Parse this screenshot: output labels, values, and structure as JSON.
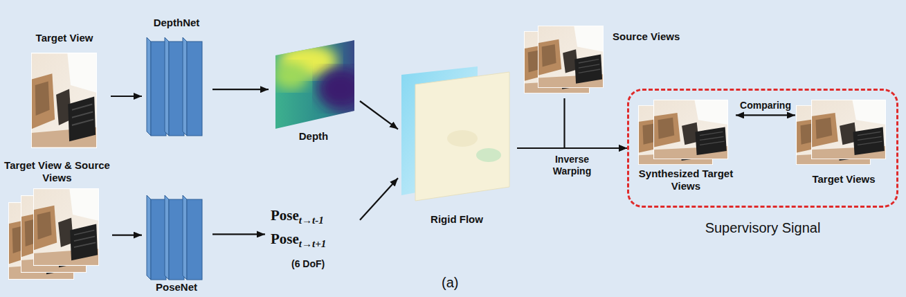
{
  "diagram": {
    "nodes": [
      {
        "text": [
          "Target View"
        ]
      },
      {
        "text": [
          "DepthNet"
        ]
      },
      {
        "text": [
          "Target View & Source Views"
        ]
      },
      {
        "text": [
          "PoseNet"
        ]
      },
      {
        "text": [
          "Depth"
        ]
      },
      {
        "text": [
          "Pose",
          "t→t-1",
          "Pose",
          "t→t+1",
          "(6 DoF)"
        ]
      },
      {
        "text": [
          "Rigid Flow"
        ]
      },
      {
        "text": [
          "Source Views"
        ]
      },
      {
        "text": [
          "Supervisory Signal"
        ]
      },
      {
        "text": [
          "Synthesized Target Views"
        ],
        "in": 8
      },
      {
        "text": [
          "Target Views"
        ],
        "in": 8
      }
    ],
    "edges": [
      {
        "from": 0,
        "to": 1,
        "arrow": "to"
      },
      {
        "from": 1,
        "to": 4,
        "arrow": "to"
      },
      {
        "from": 2,
        "to": 3,
        "arrow": "to"
      },
      {
        "from": 3,
        "to": 5,
        "arrow": "to"
      },
      {
        "from": 4,
        "to": 6,
        "arrow": "to"
      },
      {
        "from": 5,
        "to": 6,
        "arrow": "to"
      },
      {
        "from": 6,
        "to": 8,
        "label": "Inverse Warping",
        "arrow": "to"
      },
      {
        "from": 7,
        "to": 8,
        "arrow": "to"
      },
      {
        "from": 9,
        "to": 10,
        "label": "Comparing",
        "arrow": "both"
      }
    ],
    "labels": [
      "(a)"
    ]
  }
}
